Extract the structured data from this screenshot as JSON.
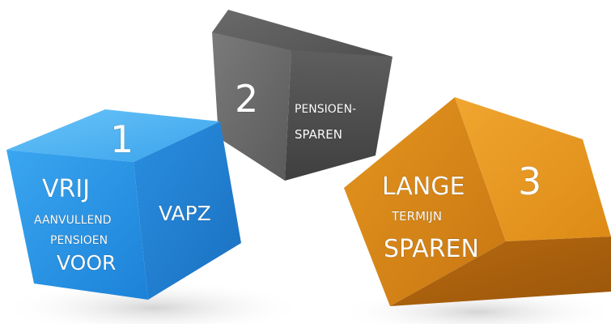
{
  "cubes": {
    "blue": {
      "color": "#1e8fe0",
      "number": "1",
      "front": [
        "VRIJ",
        "AANVULLEND",
        "PENSIOEN",
        "VOOR"
      ],
      "side": "VAPZ"
    },
    "gray": {
      "color": "#555555",
      "number": "2",
      "side": [
        "PENSIOEN-",
        "SPAREN"
      ]
    },
    "orange": {
      "color": "#e08a1e",
      "number": "3",
      "front": [
        "LANGE",
        "TERMIJN",
        "SPAREN"
      ]
    }
  }
}
